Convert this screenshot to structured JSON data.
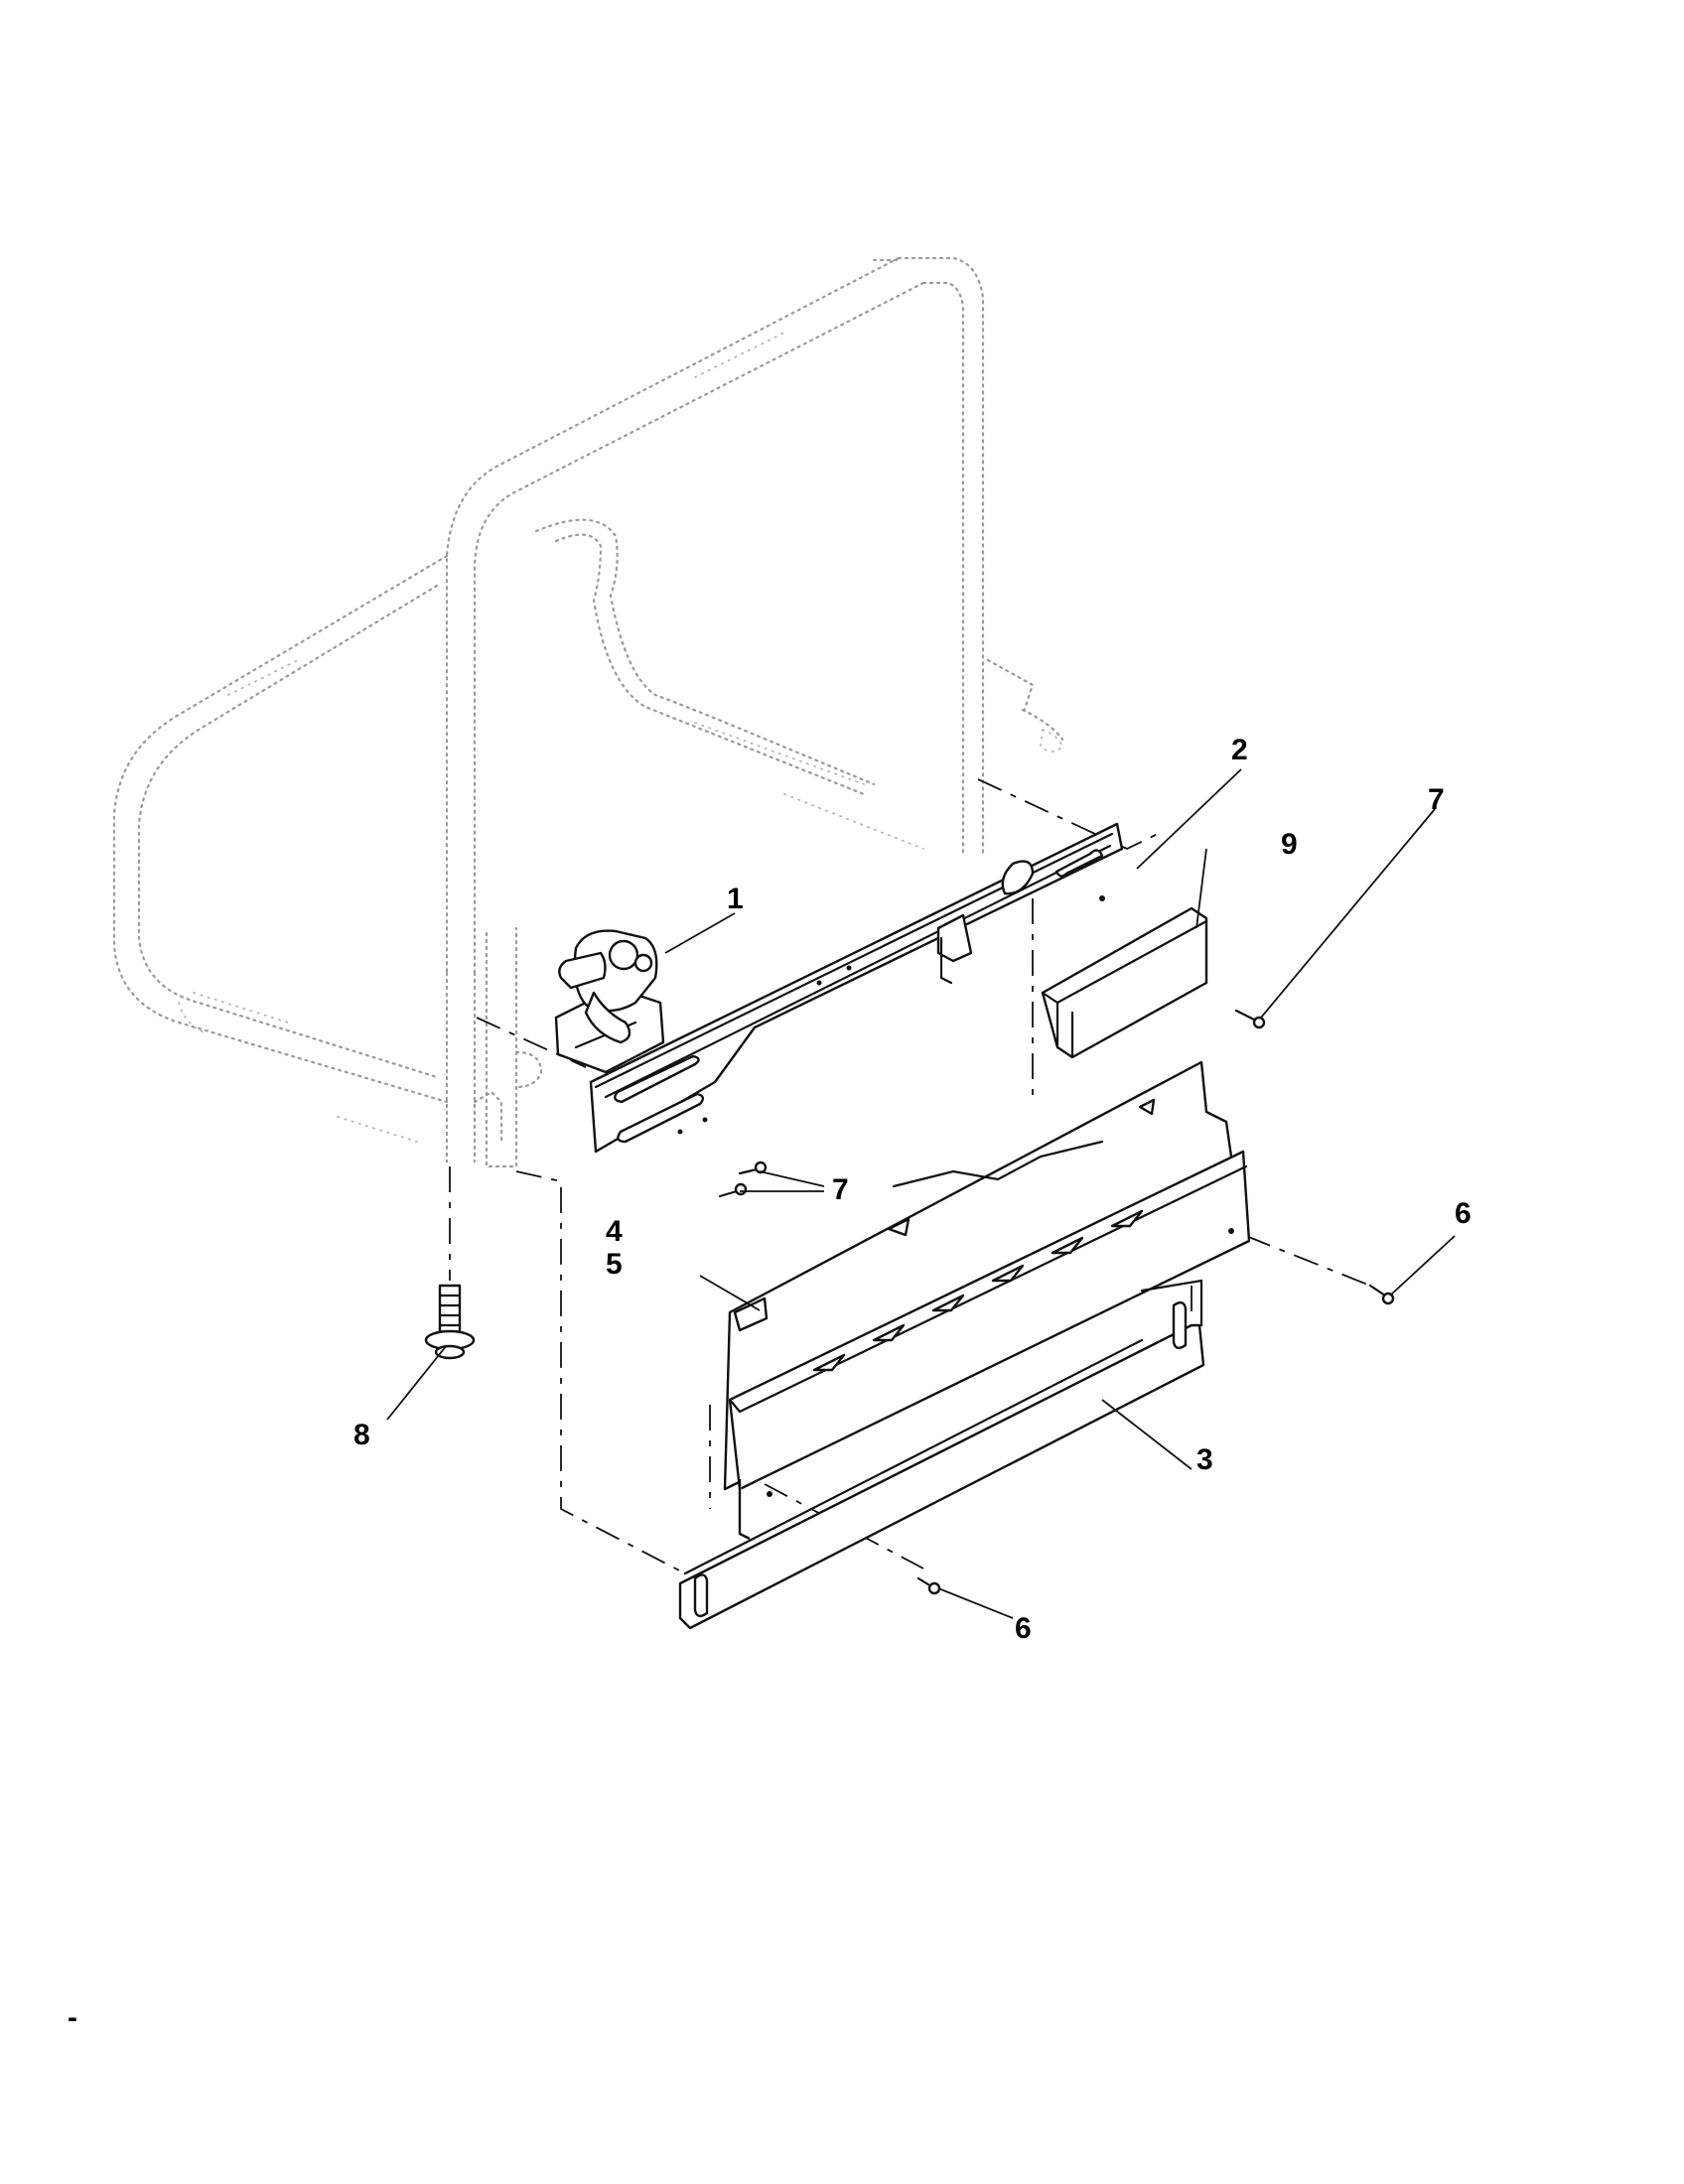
{
  "callouts": [
    {
      "id": "c1",
      "text": "1"
    },
    {
      "id": "c2",
      "text": "2"
    },
    {
      "id": "c3",
      "text": "3"
    },
    {
      "id": "c4",
      "text": "4"
    },
    {
      "id": "c5",
      "text": "5"
    },
    {
      "id": "c6a",
      "text": "6"
    },
    {
      "id": "c6b",
      "text": "6"
    },
    {
      "id": "c7a",
      "text": "7"
    },
    {
      "id": "c7b",
      "text": "7"
    },
    {
      "id": "c8",
      "text": "8"
    },
    {
      "id": "c9",
      "text": "9"
    }
  ],
  "footer_mark": "-"
}
